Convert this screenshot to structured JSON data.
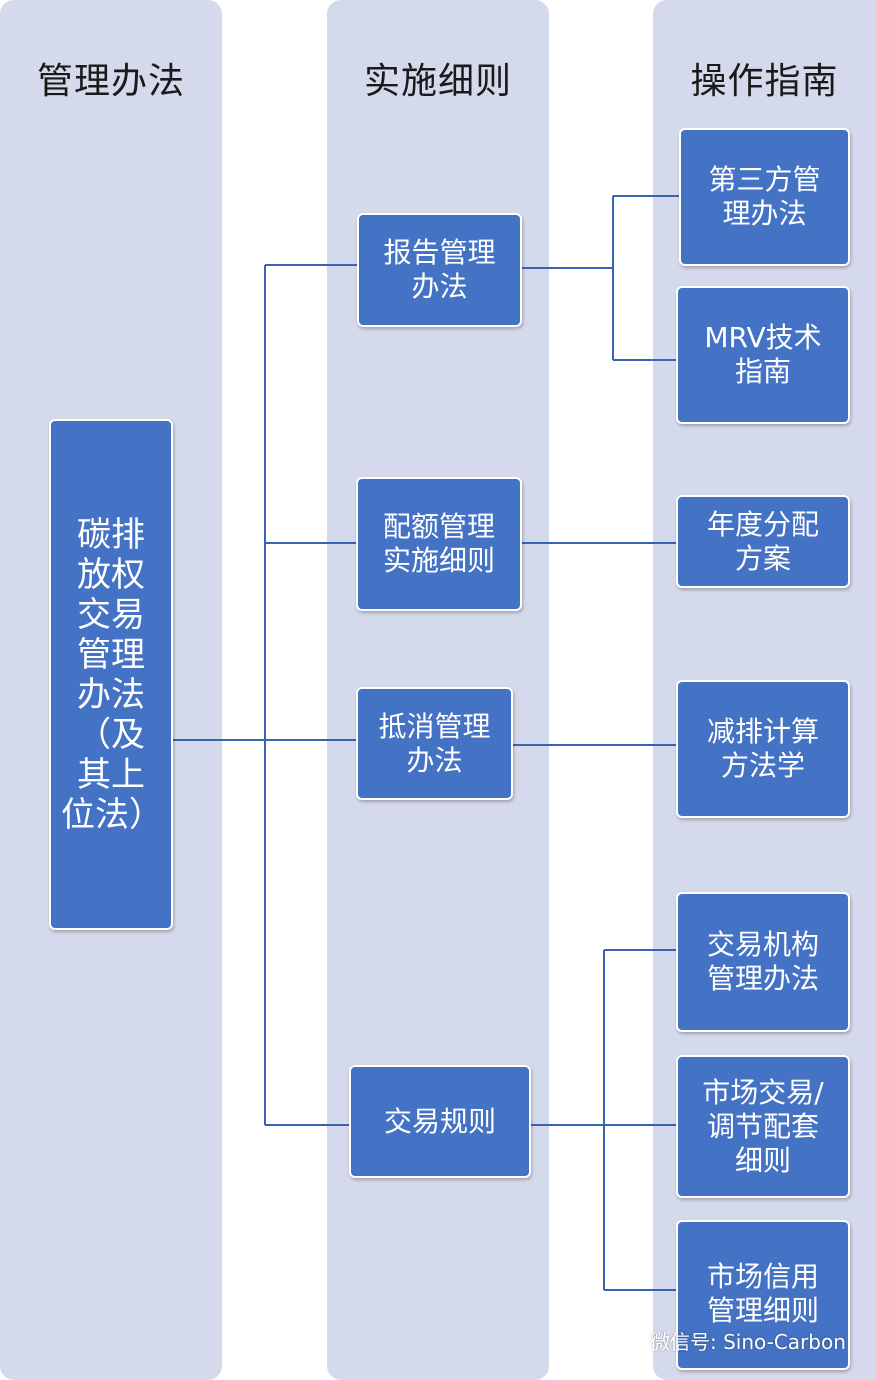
{
  "columns": {
    "col1_title": "管理办法",
    "col2_title": "实施细则",
    "col3_title": "操作指南"
  },
  "main_box": "碳排\n放权\n交易\n管理\n办法\n（及\n其上\n位法）",
  "level2": {
    "report": "报告管理\n办法",
    "quota": "配额管理\n实施细则",
    "offset": "抵消管理\n办法",
    "trade": "交易规则"
  },
  "level3": {
    "third_party": "第三方管\n理办法",
    "mrv": "MRV技术\n指南",
    "annual": "年度分配\n方案",
    "reduction": "减排计算\n方法学",
    "institution": "交易机构\n管理办法",
    "market": "市场交易/\n调节配套\n细则",
    "credit": "市场信用\n管理细则"
  },
  "watermark": {
    "text": "微信号: Sino-Carbon",
    "icon": "wechat-icon"
  },
  "colors": {
    "column_bg": "#d5d9ec",
    "box_fill": "#4472c4",
    "connector": "#3b64b0"
  }
}
